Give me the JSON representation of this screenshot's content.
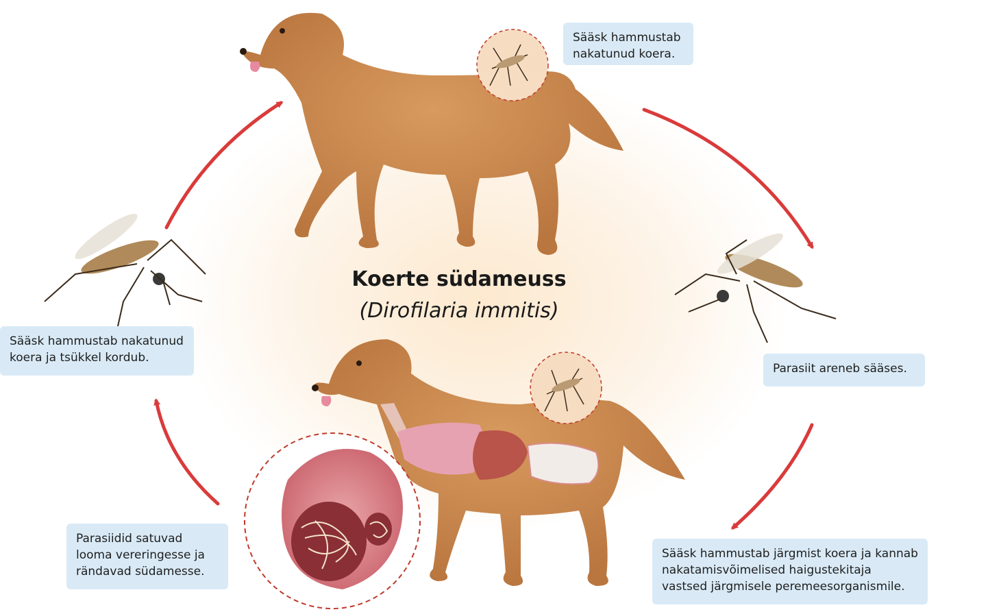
{
  "diagram": {
    "title": "Koerte südameuss",
    "subtitle": "(Dirofilaria immitis)"
  },
  "steps": {
    "top_right": "Sääsk hammustab nakatunud koera.",
    "right": "Parasiit areneb sääses.",
    "bottom_right": "Sääsk hammustab järgmist koera ja kannab nakatamisvõimelised haigustekitaja vastsed järgmisele peremeesorganismile.",
    "bottom_left": "Parasiidid satuvad looma vereringesse ja rändavad südamesse.",
    "left": "Sääsk hammustab nakatunud koera ja tsükkel kordub."
  },
  "colors": {
    "arrow": "#d93b3b",
    "dog": "#c8874e",
    "box": "#d9eaf6"
  }
}
